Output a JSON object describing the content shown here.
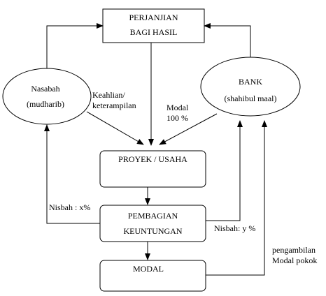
{
  "nodes": {
    "perjanjian": {
      "line1": "PERJANJIAN",
      "line2": "BAGI HASIL"
    },
    "nasabah": {
      "line1": "Nasabah",
      "line2": "(mudharib)"
    },
    "bank": {
      "line1": "BANK",
      "line2": "(shahibul maal)"
    },
    "proyek": {
      "label": "PROYEK / USAHA"
    },
    "pembagian": {
      "line1": "PEMBAGIAN",
      "line2": "KEUNTUNGAN"
    },
    "modal": {
      "label": "MODAL"
    }
  },
  "edge_labels": {
    "keahlian": {
      "line1": "Keahlian/",
      "line2": "keterampilan"
    },
    "modal_100": {
      "line1": "Modal",
      "line2": "100 %"
    },
    "nisbah_x": "Nisbah : x%",
    "nisbah_y": "Nisbah: y %",
    "pengambilan": {
      "line1": "pengambilan",
      "line2": "Modal pokok"
    }
  }
}
